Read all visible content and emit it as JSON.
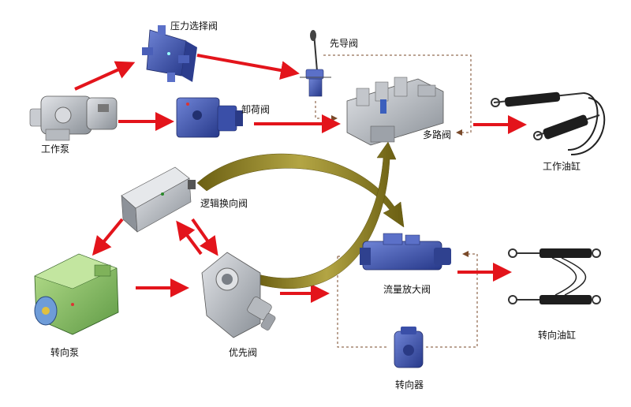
{
  "components": {
    "work_pump": "工作泵",
    "pressure_select_valve": "压力选择阀",
    "pilot_valve": "先导阀",
    "unload_valve": "卸荷阀",
    "multiway_valve": "多路阀",
    "work_cylinder": "工作油缸",
    "logic_reversing_valve": "逻辑换向阀",
    "steering_pump": "转向泵",
    "priority_valve": "优先阀",
    "flow_amplifier_valve": "流量放大阀",
    "steering_cylinder": "转向油缸",
    "steering_unit": "转向器"
  },
  "colors": {
    "flow_arrow": "#e3141b",
    "pilot_line": "#7a4a2a",
    "switch_arrow": "#8a7e22",
    "blue_part": "#3a4fa8",
    "green_part": "#8fc46a",
    "grey_part": "#a8acb3"
  }
}
